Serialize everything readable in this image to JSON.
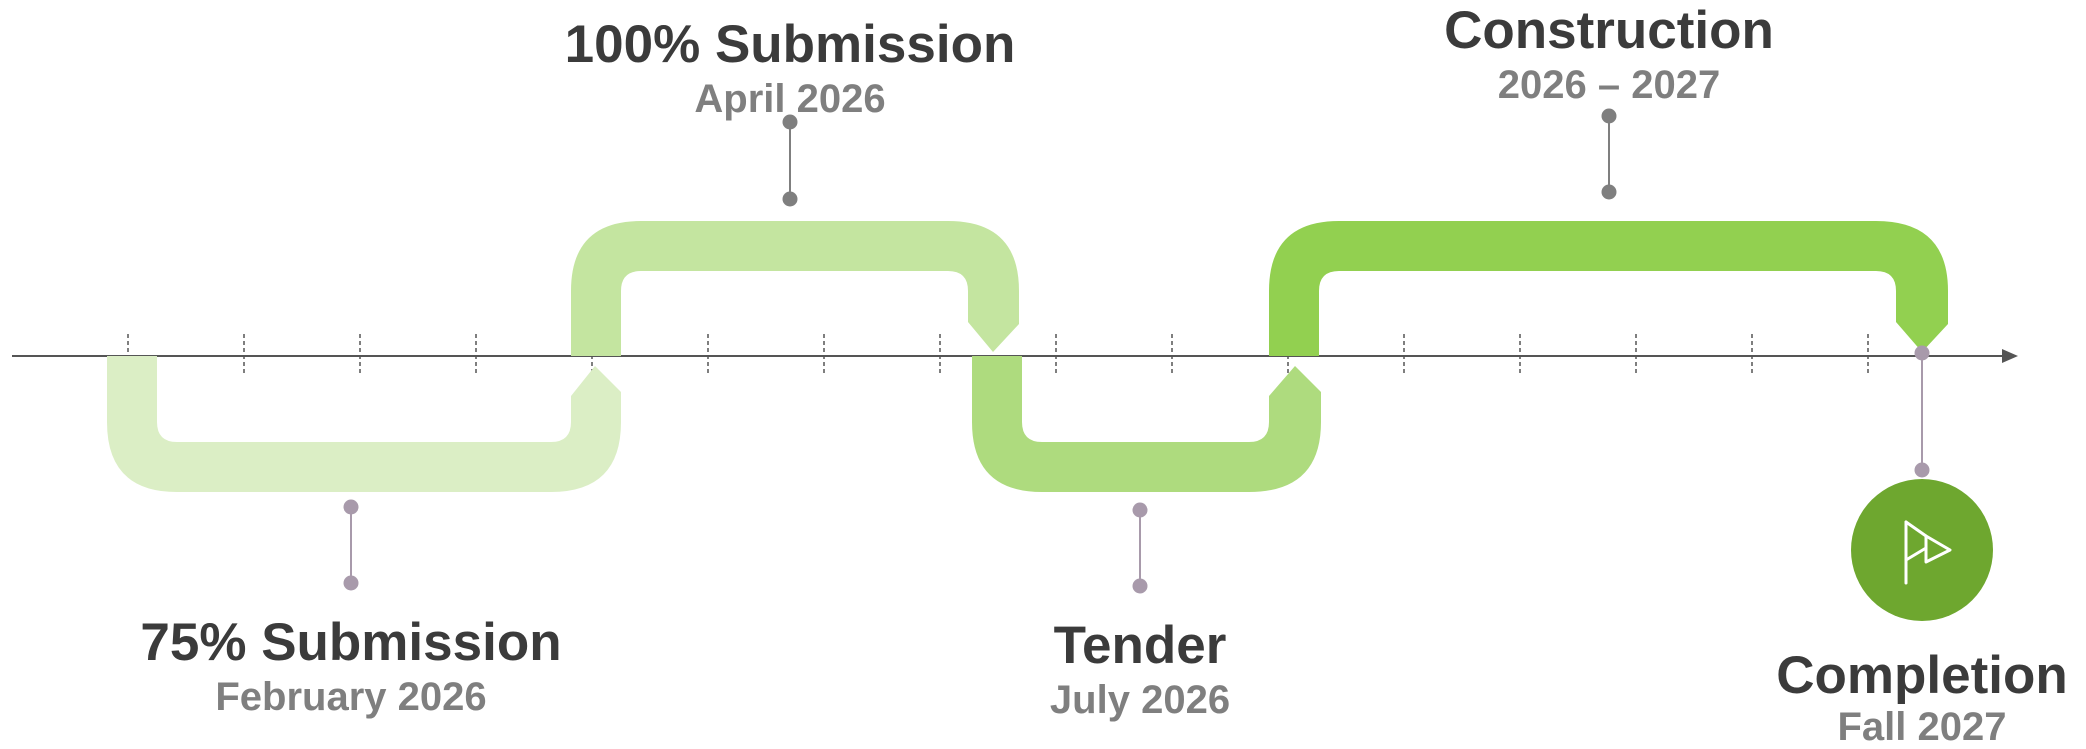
{
  "colors": {
    "phase_light": "#dbeec5",
    "phase_mid": "#c4e5a0",
    "phase_tender": "#aedb7e",
    "phase_construction": "#92d050",
    "completion_circle": "#6ea72f",
    "axis": "#555555",
    "connector_grey": "#7f7f7f",
    "connector_mauve": "#a89aab",
    "title_text": "#3b3b3b",
    "date_text": "#7f7f7f"
  },
  "milestones": [
    {
      "id": "m75",
      "title": "75% Submission",
      "date": "February 2026",
      "position": "below"
    },
    {
      "id": "m100",
      "title": "100% Submission",
      "date": "April 2026",
      "position": "above"
    },
    {
      "id": "tender",
      "title": "Tender",
      "date": "July 2026",
      "position": "below"
    },
    {
      "id": "construction",
      "title": "Construction",
      "date": "2026 – 2027",
      "position": "above"
    },
    {
      "id": "completion",
      "title": "Completion",
      "date": "Fall 2027",
      "position": "below",
      "icon": "flag-icon"
    }
  ]
}
